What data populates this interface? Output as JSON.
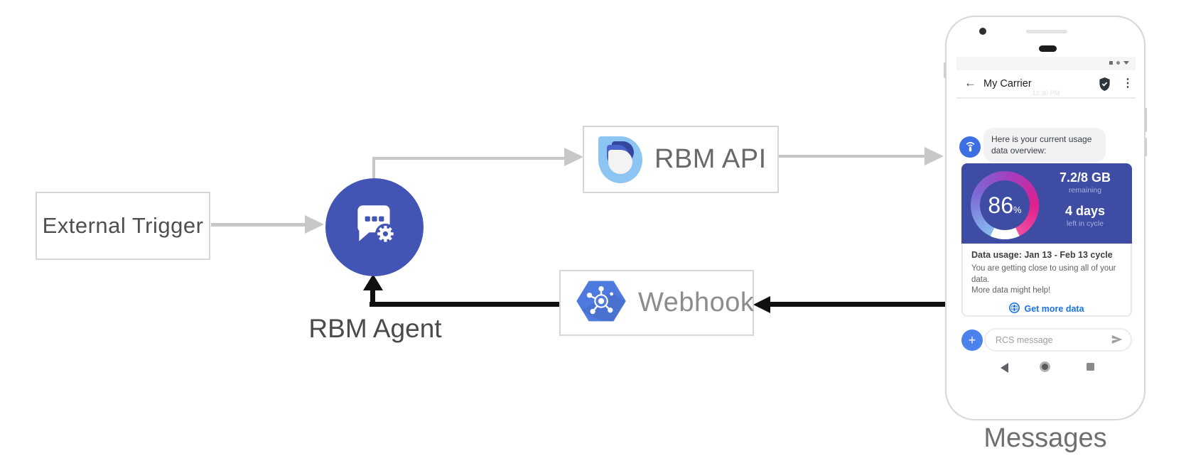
{
  "diagram": {
    "external_trigger": "External Trigger",
    "rbm_agent": "RBM Agent",
    "rbm_api": "RBM API",
    "webhook": "Webhook",
    "messages_caption": "Messages"
  },
  "icons": {
    "back_arrow": "←",
    "overflow_menu": "⋮",
    "plus": "+"
  },
  "phone": {
    "header": {
      "title": "My Carrier"
    },
    "timestamp": "12:30 PM",
    "bubble": {
      "line1": "Here is your current usage",
      "line2": "data overview:"
    },
    "usage_card": {
      "percent": "86",
      "percent_unit": "%",
      "remaining_value": "7.2/8 GB",
      "remaining_label": "remaining",
      "days_value": "4 days",
      "days_label": "left in cycle",
      "title": "Data usage: Jan 13 - Feb 13 cycle",
      "body_line1": "You are getting close to using all of your data.",
      "body_line2": "More data might help!",
      "action_label": "Get more data"
    },
    "compose": {
      "placeholder": "RCS message"
    }
  },
  "colors": {
    "agent_indigo": "#4355b4",
    "hero_card_indigo": "#3e4da3",
    "avatar_blue": "#3d6fe3",
    "compose_plus_blue": "#4b82ec",
    "link_blue": "#1a73e8",
    "gauge_start_blue": "#86bcee",
    "gauge_end_pink": "#f14da0",
    "arrow_gray": "#c7c7c7",
    "arrow_black": "#101010"
  }
}
